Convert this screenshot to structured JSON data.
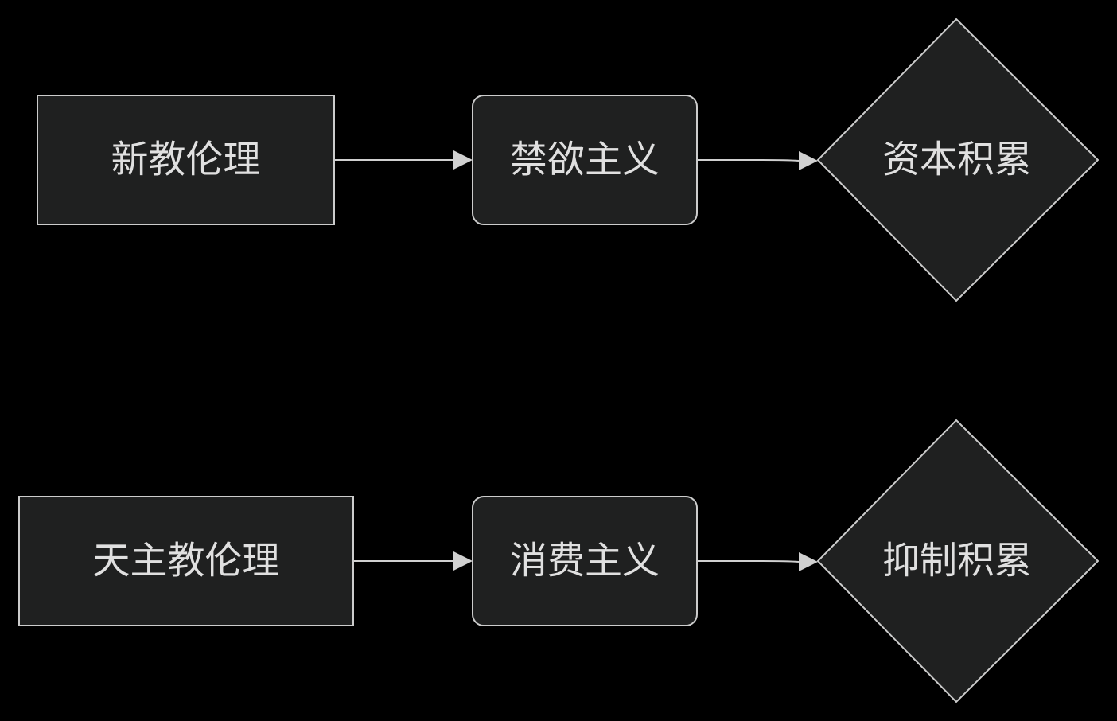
{
  "diagram": {
    "rows": [
      {
        "nodes": [
          {
            "id": "n1",
            "label": "新教伦理",
            "shape": "rectangle"
          },
          {
            "id": "n2",
            "label": "禁欲主义",
            "shape": "rounded-rectangle"
          },
          {
            "id": "n3",
            "label": "资本积累",
            "shape": "diamond"
          }
        ]
      },
      {
        "nodes": [
          {
            "id": "n4",
            "label": "天主教伦理",
            "shape": "rectangle"
          },
          {
            "id": "n5",
            "label": "消费主义",
            "shape": "rounded-rectangle"
          },
          {
            "id": "n6",
            "label": "抑制积累",
            "shape": "diamond"
          }
        ]
      }
    ],
    "edges": [
      {
        "from": "n1",
        "to": "n2"
      },
      {
        "from": "n2",
        "to": "n3"
      },
      {
        "from": "n4",
        "to": "n5"
      },
      {
        "from": "n5",
        "to": "n6"
      }
    ],
    "colors": {
      "background": "#000000",
      "node_fill": "#1f2020",
      "node_stroke": "#cccccc",
      "text": "#e0e0e0",
      "edge": "#d0d0d0"
    }
  }
}
